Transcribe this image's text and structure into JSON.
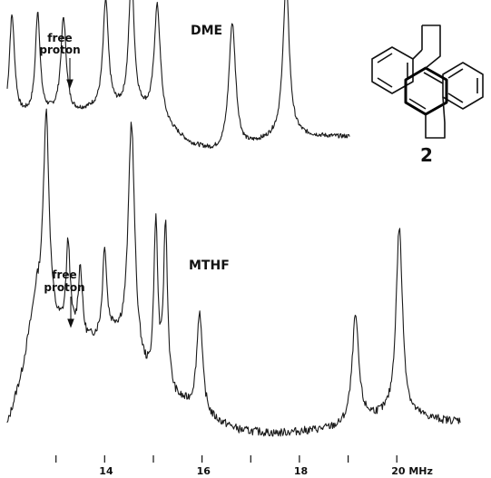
{
  "chart_data": [
    {
      "type": "line",
      "title": "DME",
      "xunit": "MHz",
      "annotation": {
        "lines": [
          "free",
          "proton"
        ],
        "x": 13.85
      },
      "xlim": [
        12.1,
        19.4
      ],
      "ylim": [
        0,
        100
      ],
      "series": [
        {
          "peaks": [
            {
              "x": 12.2,
              "height": 78,
              "width": 0.07
            },
            {
              "x": 12.75,
              "height": 75,
              "width": 0.06
            },
            {
              "x": 13.3,
              "height": 70,
              "width": 0.07
            },
            {
              "x": 14.2,
              "height": 80,
              "width": 0.07
            },
            {
              "x": 14.75,
              "height": 100,
              "width": 0.07
            },
            {
              "x": 15.3,
              "height": 85,
              "width": 0.08
            },
            {
              "x": 16.9,
              "height": 97,
              "width": 0.09
            },
            {
              "x": 18.05,
              "height": 115,
              "width": 0.08
            }
          ],
          "baseline": [
            [
              12.1,
              35
            ],
            [
              12.5,
              40
            ],
            [
              13.0,
              42
            ],
            [
              13.5,
              42
            ],
            [
              13.9,
              45
            ],
            [
              14.5,
              44
            ],
            [
              15.0,
              42
            ],
            [
              15.6,
              30
            ],
            [
              16.0,
              20
            ],
            [
              16.5,
              14
            ],
            [
              16.9,
              12
            ],
            [
              17.4,
              20
            ],
            [
              17.8,
              24
            ],
            [
              18.3,
              26
            ],
            [
              18.8,
              26
            ],
            [
              19.4,
              26
            ]
          ]
        }
      ]
    },
    {
      "type": "line",
      "title": "MTHF",
      "xunit": "MHz",
      "annotation": {
        "lines": [
          "free",
          "proton"
        ],
        "x": 13.75
      },
      "xlim": [
        12.0,
        21.3
      ],
      "ylim": [
        0,
        100
      ],
      "xticks": [
        {
          "value": 13,
          "label": ""
        },
        {
          "value": 14,
          "label": "14"
        },
        {
          "value": 15,
          "label": ""
        },
        {
          "value": 16,
          "label": "16"
        },
        {
          "value": 17,
          "label": ""
        },
        {
          "value": 18,
          "label": "18"
        },
        {
          "value": 19,
          "label": ""
        },
        {
          "value": 20,
          "label": "20 MHz"
        }
      ],
      "series": [
        {
          "peaks": [
            {
              "x": 12.8,
              "height": 80,
              "width": 0.07
            },
            {
              "x": 13.25,
              "height": 35,
              "width": 0.05
            },
            {
              "x": 13.5,
              "height": 28,
              "width": 0.05
            },
            {
              "x": 14.0,
              "height": 35,
              "width": 0.05
            },
            {
              "x": 14.55,
              "height": 92,
              "width": 0.08
            },
            {
              "x": 15.05,
              "height": 65,
              "width": 0.05
            },
            {
              "x": 15.25,
              "height": 66,
              "width": 0.05
            },
            {
              "x": 15.95,
              "height": 40,
              "width": 0.07
            },
            {
              "x": 19.15,
              "height": 42,
              "width": 0.08
            },
            {
              "x": 20.05,
              "height": 75,
              "width": 0.08
            }
          ],
          "baseline": [
            [
              12.0,
              0
            ],
            [
              12.3,
              20
            ],
            [
              12.6,
              50
            ],
            [
              13.0,
              38
            ],
            [
              13.6,
              32
            ],
            [
              14.2,
              35
            ],
            [
              14.6,
              25
            ],
            [
              15.0,
              12
            ],
            [
              15.6,
              8
            ],
            [
              16.2,
              2
            ],
            [
              16.8,
              -2
            ],
            [
              17.5,
              -3
            ],
            [
              18.2,
              -2
            ],
            [
              18.8,
              -1
            ],
            [
              19.5,
              3
            ],
            [
              20.5,
              3
            ],
            [
              21.0,
              2
            ],
            [
              21.3,
              2
            ]
          ]
        }
      ]
    }
  ],
  "molecule": {
    "label": "2"
  }
}
